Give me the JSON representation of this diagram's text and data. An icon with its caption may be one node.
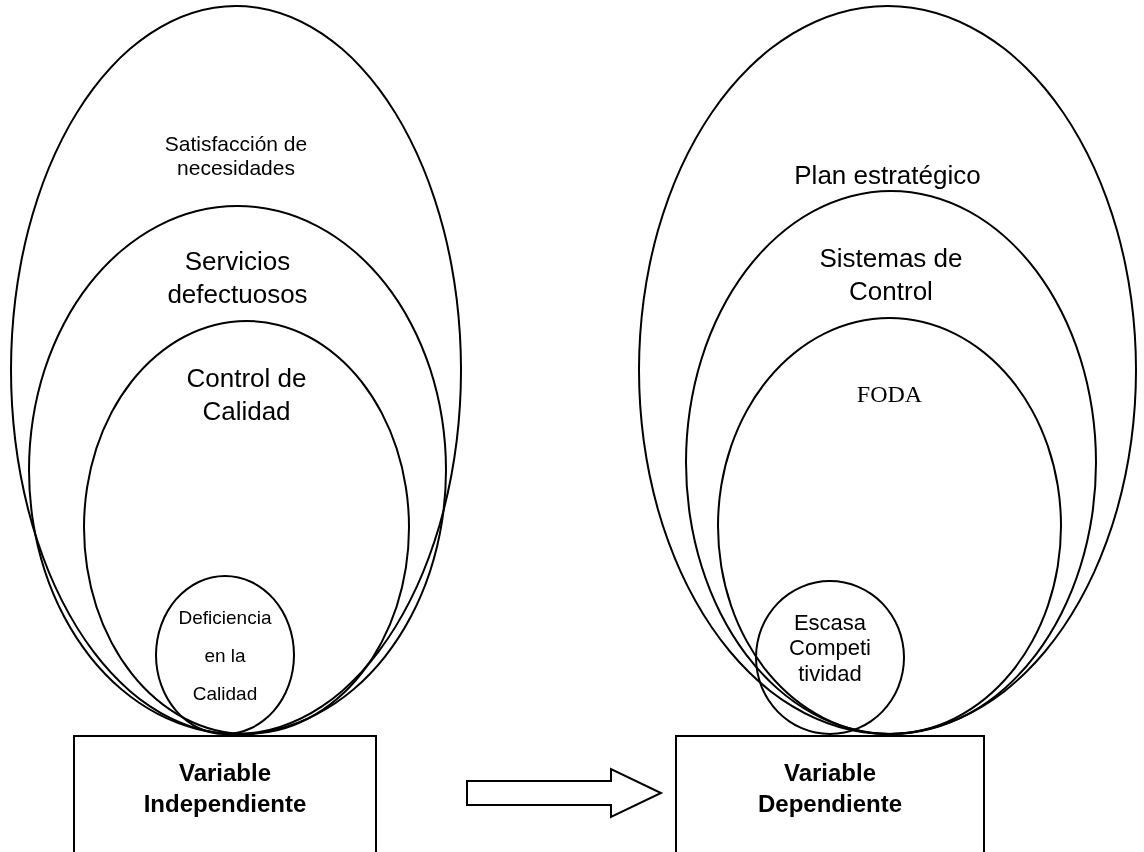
{
  "diagram": {
    "nodes": [
      {
        "text": [
          "Satisfacción de necesidades"
        ]
      },
      {
        "text": [
          "Servicios defectuosos"
        ],
        "in": 0
      },
      {
        "text": [
          "Control de Calidad"
        ],
        "in": 1
      },
      {
        "text": [
          "Deficiencia en la Calidad"
        ],
        "in": 2
      },
      {
        "text": [
          "Plan estratégico"
        ]
      },
      {
        "text": [
          "Sistemas de Control"
        ],
        "in": 4
      },
      {
        "text": [
          "FODA"
        ],
        "in": 5
      },
      {
        "text": [
          "Escasa Competi tividad"
        ],
        "in": 6
      },
      {
        "text": [
          "Variable Independiente"
        ]
      },
      {
        "text": [
          "Variable Dependiente"
        ]
      }
    ],
    "edges": [
      {
        "from": 8,
        "to": 9,
        "arrow": "to"
      }
    ]
  }
}
